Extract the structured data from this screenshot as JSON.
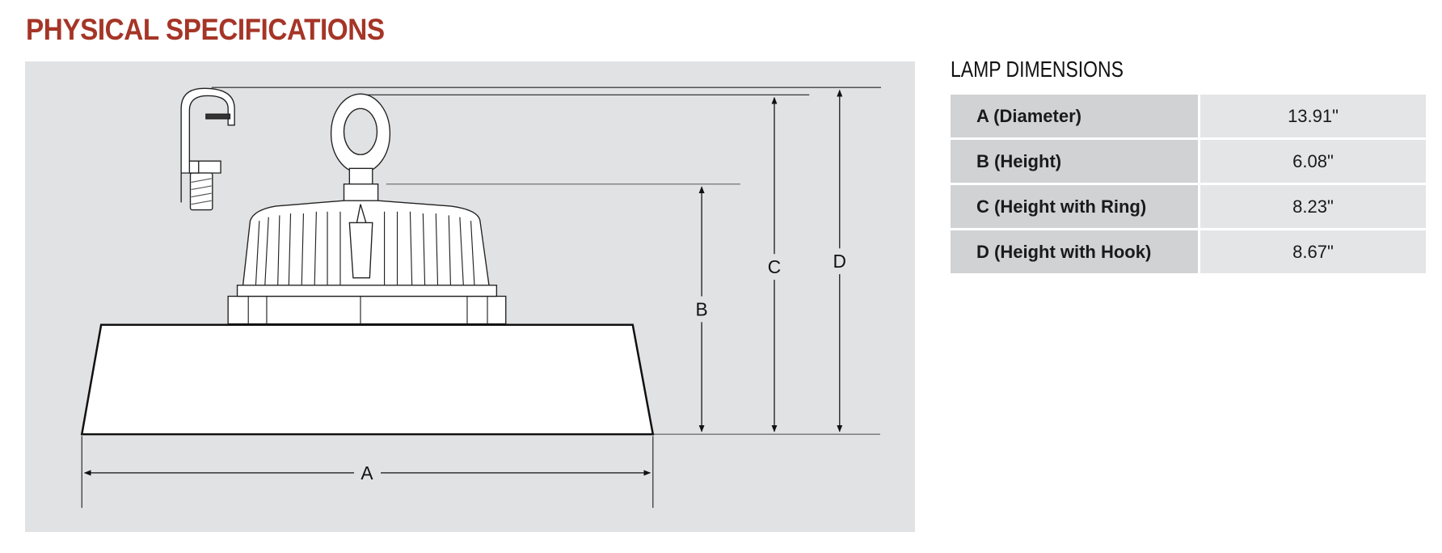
{
  "title": "PHYSICAL SPECIFICATIONS",
  "diagram": {
    "labels": {
      "a": "A",
      "b": "B",
      "c": "C",
      "d": "D"
    }
  },
  "table": {
    "title": "LAMP DIMENSIONS",
    "rows": [
      {
        "label": "A (Diameter)",
        "value": "13.91\""
      },
      {
        "label": "B (Height)",
        "value": "6.08\""
      },
      {
        "label": "C (Height with Ring)",
        "value": "8.23\""
      },
      {
        "label": "D (Height with Hook)",
        "value": "8.67\""
      }
    ]
  },
  "colors": {
    "title": "#a53527",
    "figure_bg": "#e1e2e4",
    "label_cell": "#d1d2d4",
    "value_cell": "#e4e5e7"
  }
}
